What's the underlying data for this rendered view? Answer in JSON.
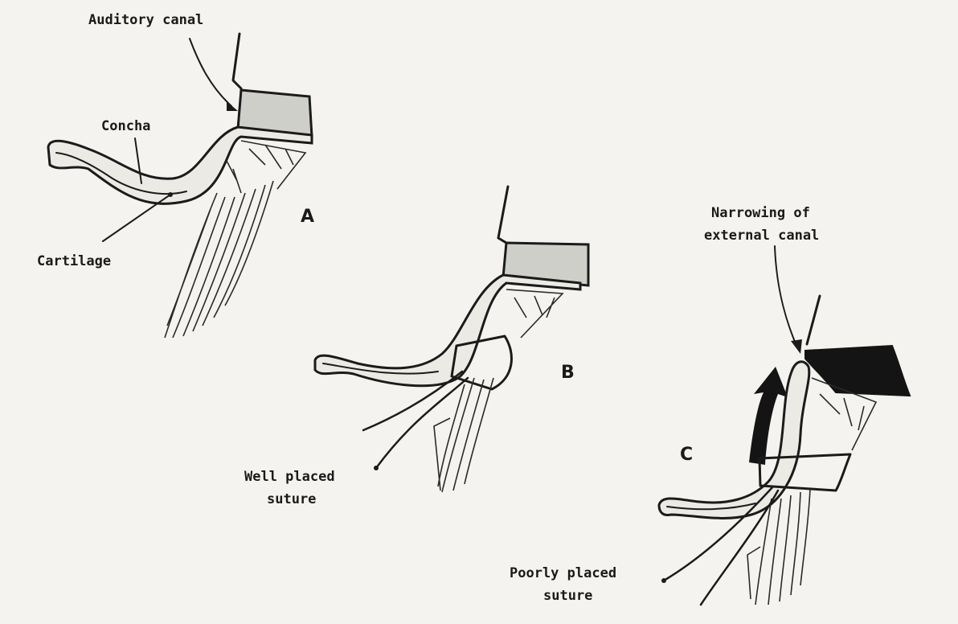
{
  "labels": {
    "auditory_canal": "Auditory canal",
    "concha": "Concha",
    "cartilage": "Cartilage",
    "panel_a": "A",
    "panel_b": "B",
    "panel_c": "C",
    "well_placed_line1": "Well placed",
    "well_placed_line2": "suture",
    "narrowing_line1": "Narrowing of",
    "narrowing_line2": "external canal",
    "poorly_placed_line1": "Poorly placed",
    "poorly_placed_line2": "suture"
  },
  "colors": {
    "paper": "#f4f3ef",
    "ink": "#1b1b1b",
    "canal_fill": "#cfcfc9",
    "narrowed_canal_fill": "#141414"
  }
}
